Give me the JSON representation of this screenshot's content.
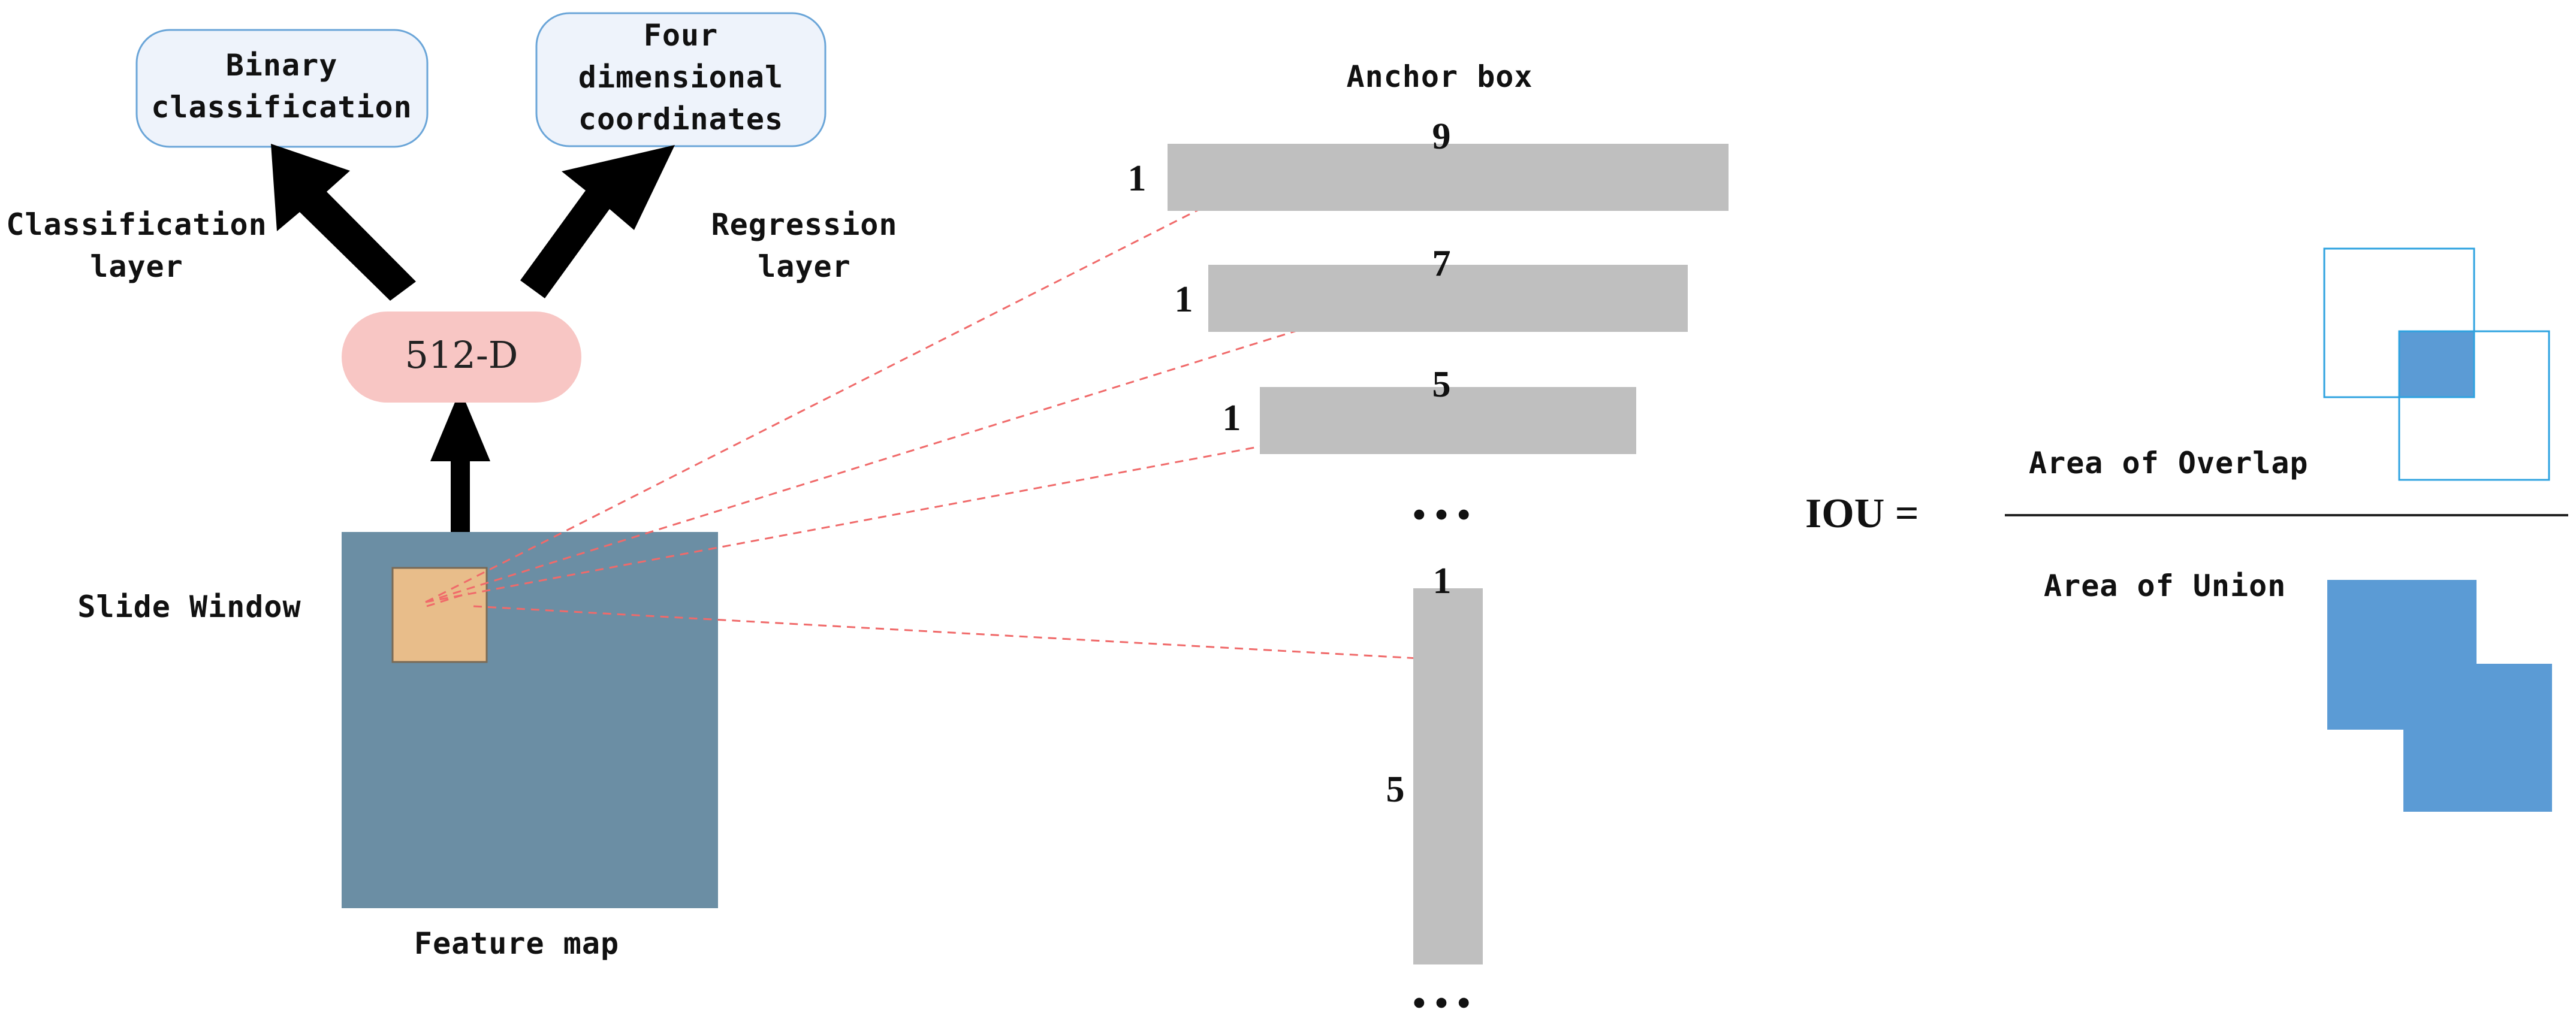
{
  "output_boxes": {
    "binary": [
      "Binary",
      "classification"
    ],
    "four_dim": [
      "Four",
      "dimensional",
      "coordinates"
    ]
  },
  "layers": {
    "classification": [
      "Classification",
      "layer"
    ],
    "regression": [
      "Regression",
      "layer"
    ]
  },
  "feature_vector": "512-D",
  "slide_window_label": "Slide Window",
  "feature_map_label": "Feature map",
  "anchor": {
    "title": "Anchor box",
    "boxes": [
      {
        "height_label": "1",
        "width_label": "9"
      },
      {
        "height_label": "1",
        "width_label": "7"
      },
      {
        "height_label": "1",
        "width_label": "5"
      },
      {
        "height_label": "5",
        "width_label": "1"
      }
    ],
    "ellipsis": "• • •"
  },
  "iou": {
    "lhs": "IOU =",
    "numerator": "Area of Overlap",
    "denominator": "Area of Union"
  },
  "colors": {
    "output_box_fill": "#eef3fb",
    "output_box_stroke": "#6aa5d8",
    "vector_fill": "#f8c6c4",
    "feature_map": "#6b8ea4",
    "slide_window": "#e8bd8a",
    "anchor_box": "#bfbfbf",
    "dashed_line": "#f06a6a",
    "iou_blue": "#5b9bd5",
    "iou_outline": "#2fa3e0"
  }
}
